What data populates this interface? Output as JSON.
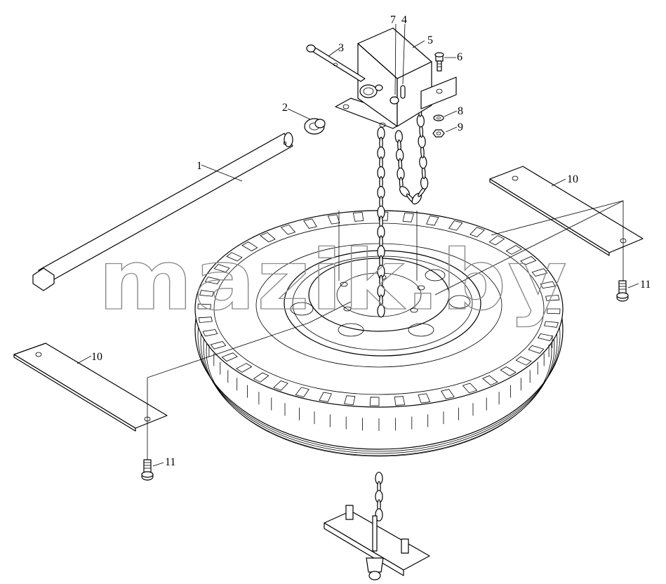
{
  "diagram": {
    "callouts": [
      "1",
      "2",
      "3",
      "4",
      "5",
      "6",
      "7",
      "8",
      "9",
      "10",
      "10",
      "11",
      "11"
    ],
    "watermark": "mazik.by"
  },
  "colors": {
    "line": "#000000",
    "watermark": "#8a8a8a",
    "background": "#ffffff"
  }
}
